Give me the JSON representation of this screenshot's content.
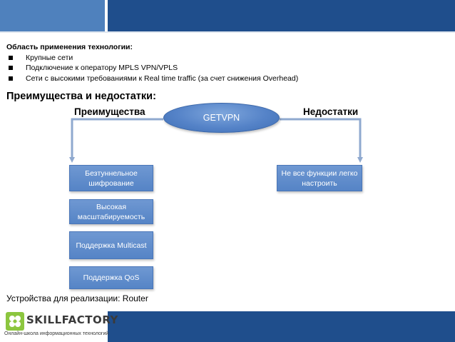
{
  "scope": {
    "title": "Область применения технологии:",
    "items": [
      "Крупные сети",
      "Подключение к оператору MPLS VPN/VPLS",
      "Сети с высокими требованиями к  Real time traffic (за счет снижения Overhead)"
    ]
  },
  "section_title": "Преимущества и недостатки:",
  "diagram": {
    "hub": "GETVPN",
    "pros_label": "Преимущества",
    "cons_label": "Недостатки",
    "pros": [
      "Безтуннельное шифрование",
      "Высокая масштабируемость",
      "Поддержка Multicast",
      "Поддержка QoS"
    ],
    "cons": [
      "Не все функции легко настроить"
    ]
  },
  "devices": "Устройства для реализации:  Router",
  "logo": {
    "brand": "SKILLFACTORY",
    "tagline": "Онлайн-школа информационных технологий"
  },
  "colors": {
    "band_light": "#4f81bd",
    "band_dark": "#1f4e8c",
    "box_fill": "#5f8ccb",
    "connector": "#8fa9cf",
    "logo_green": "#8cc63f"
  }
}
